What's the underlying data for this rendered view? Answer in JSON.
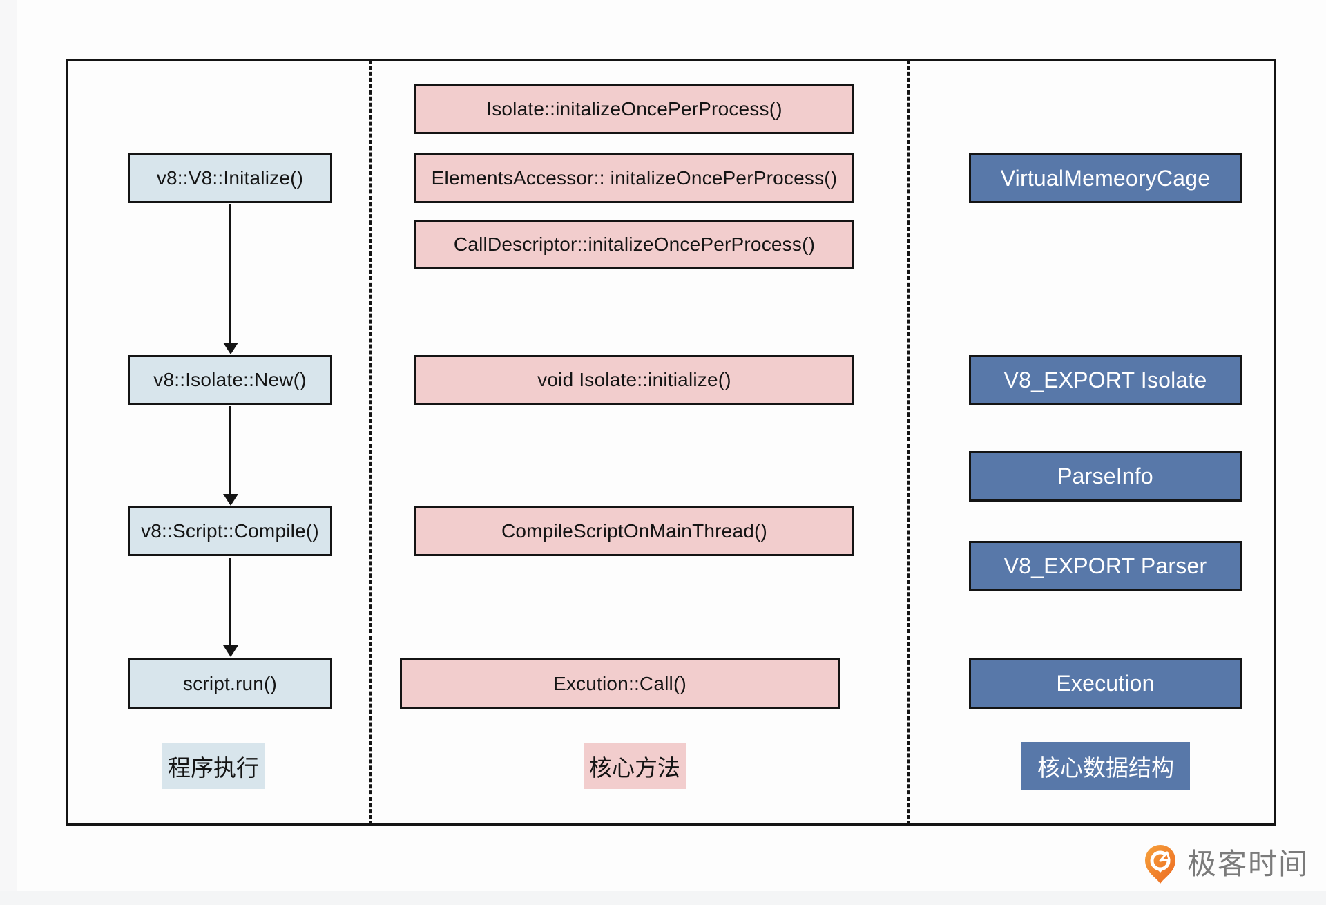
{
  "diagram": {
    "columns": {
      "program_execution": {
        "label": "程序执行",
        "boxes": [
          "v8::V8::Initalize()",
          "v8::Isolate::New()",
          "v8::Script::Compile()",
          "script.run()"
        ]
      },
      "core_methods": {
        "label": "核心方法",
        "boxes": [
          "Isolate::initalizeOncePerProcess()",
          "ElementsAccessor:: initalizeOncePerProcess()",
          "CallDescriptor::initalizeOncePerProcess()",
          "void Isolate::initialize()",
          "CompileScriptOnMainThread()",
          "Excution::Call()"
        ]
      },
      "core_data_structures": {
        "label": "核心数据结构",
        "boxes": [
          "VirtualMemeoryCage",
          "V8_EXPORT Isolate",
          "ParseInfo",
          "V8_EXPORT Parser",
          "Execution"
        ]
      }
    },
    "colors": {
      "program_box_fill": "#d8e5ec",
      "method_box_fill": "#f2cdcd",
      "data_structure_box_fill": "#5878a9",
      "border": "#141414",
      "background": "#fdfdfd"
    }
  },
  "footer": {
    "brand_name": "极客时间",
    "brand_icon": "geektime-pin-logo",
    "brand_orange": "#ef7d28",
    "brand_text_color": "#7b7b7b"
  }
}
